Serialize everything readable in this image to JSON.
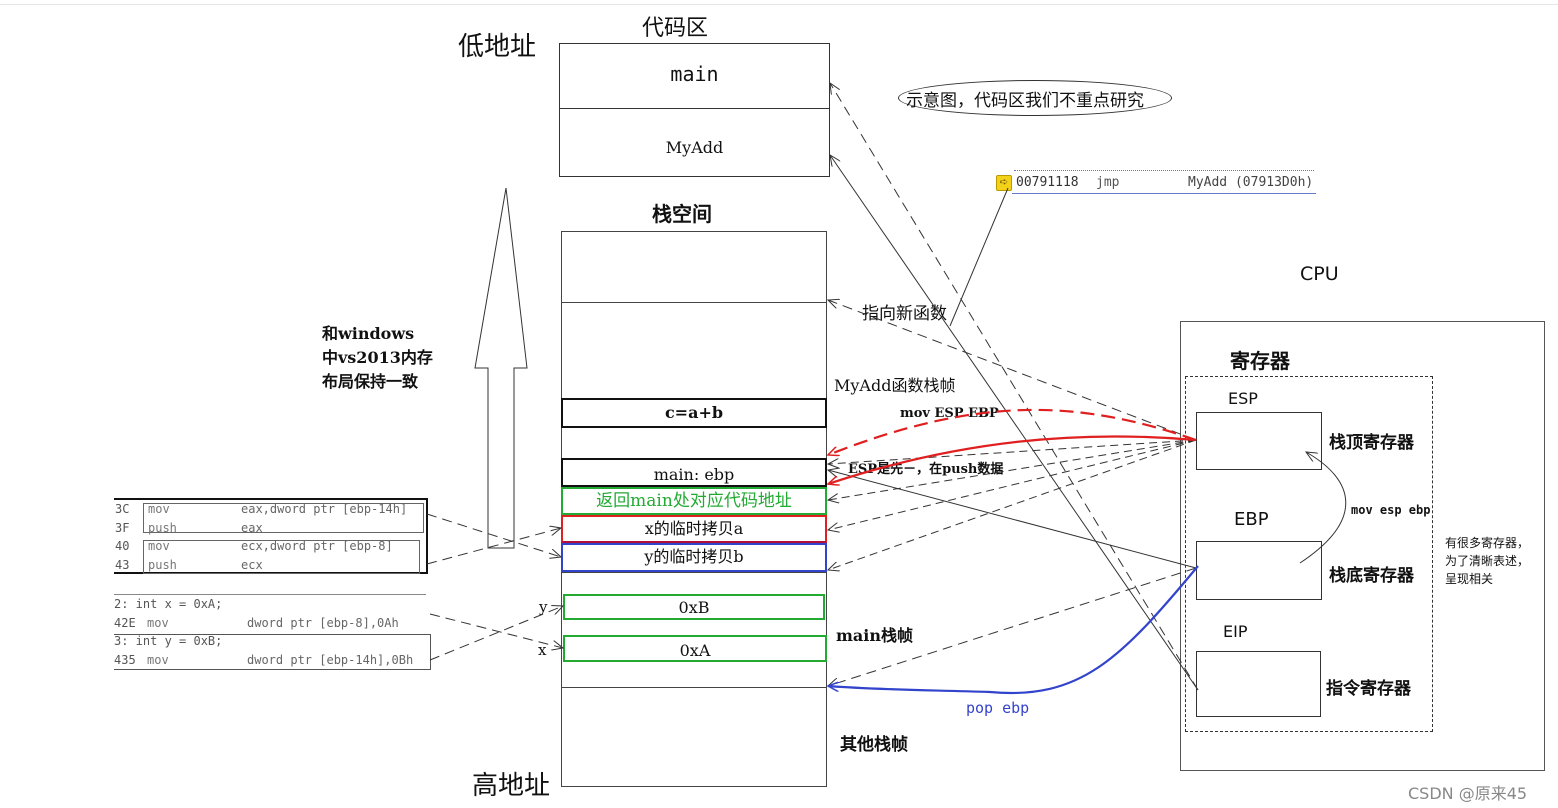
{
  "labels": {
    "low_addr": "低地址",
    "high_addr": "高地址",
    "code_area": "代码区",
    "stack_space": "栈空间",
    "windows_note": [
      "和windows",
      "中vs2013内存",
      "布局保持一致"
    ],
    "code_note": "示意图，代码区我们不重点研究",
    "point_new_func": "指向新函数",
    "myadd_frame": "MyAdd函数栈帧",
    "main_frame": "main栈帧",
    "other_frame": "其他栈帧",
    "mov_esp_ebp_red": "mov ESP EBP",
    "esp_push_note": "ESP是先－，在push数据",
    "pop_ebp": "pop ebp",
    "mov_esp_ebp": "mov esp ebp",
    "cpu": "CPU",
    "registers": "寄存器",
    "many_regs": [
      "有很多寄存器，",
      "为了清晰表述，",
      "呈现相关"
    ],
    "y_arrow": "y",
    "x_arrow": "x",
    "watermark": "CSDN @原来45"
  },
  "code_area": {
    "main": "main",
    "myadd": "MyAdd"
  },
  "jmp_line": {
    "addr": "00791118",
    "op": "jmp",
    "target": "MyAdd (07913D0h)"
  },
  "stack_cells": {
    "c_eq": "c=a+b",
    "main_ebp": "main: ebp",
    "ret_addr": "返回main处对应代码地址",
    "x_copy": "x的临时拷贝a",
    "y_copy": "y的临时拷贝b",
    "oxb": "0xB",
    "oxa": "0xA"
  },
  "registers": [
    {
      "name": "ESP",
      "desc": "栈顶寄存器"
    },
    {
      "name": "EBP",
      "desc": "栈底寄存器"
    },
    {
      "name": "EIP",
      "desc": "指令寄存器"
    }
  ],
  "asm_push": [
    {
      "a": "3C",
      "op": "mov",
      "arg": "eax,dword ptr [ebp-14h]"
    },
    {
      "a": "3F",
      "op": "push",
      "arg": "eax"
    },
    {
      "a": "40",
      "op": "mov",
      "arg": "ecx,dword ptr [ebp-8]"
    },
    {
      "a": "43",
      "op": "push",
      "arg": "ecx"
    }
  ],
  "asm_init": [
    {
      "a": "2: int x = 0xA;",
      "op": "",
      "arg": ""
    },
    {
      "a": "42E",
      "op": "mov",
      "arg": "dword ptr [ebp-8],0Ah"
    },
    {
      "a": "3: int y = 0xB;",
      "op": "",
      "arg": ""
    },
    {
      "a": "435",
      "op": "mov",
      "arg": "dword ptr [ebp-14h],0Bh"
    }
  ],
  "colors": {
    "red": "#e02020",
    "green": "#22aa33",
    "blue": "#3344cc",
    "dark_red": "#b0103a"
  }
}
